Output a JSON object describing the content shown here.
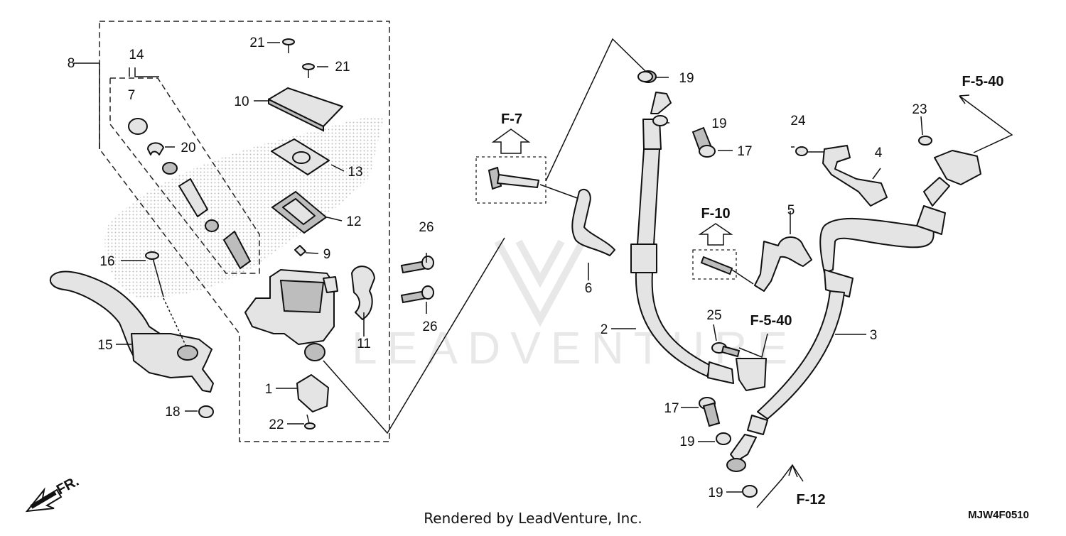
{
  "diagram": {
    "part_numbers": {
      "p1": "1",
      "p2": "2",
      "p3": "3",
      "p4": "4",
      "p5": "5",
      "p6": "6",
      "p7": "7",
      "p8": "8",
      "p9": "9",
      "p10": "10",
      "p11": "11",
      "p12": "12",
      "p13": "13",
      "p14": "14",
      "p15": "15",
      "p16": "16",
      "p17": "17",
      "p18": "18",
      "p19": "19",
      "p20": "20",
      "p21": "21",
      "p22": "22",
      "p23": "23",
      "p24": "24",
      "p25": "25",
      "p26": "26"
    },
    "references": {
      "f7": "F-7",
      "f10": "F-10",
      "f540": "F-5-40",
      "f12": "F-12"
    },
    "direction_label": "FR.",
    "watermark": "LEADVENTURE",
    "footer": "Rendered by LeadVenture, Inc.",
    "diagram_code": "MJW4F0510"
  }
}
